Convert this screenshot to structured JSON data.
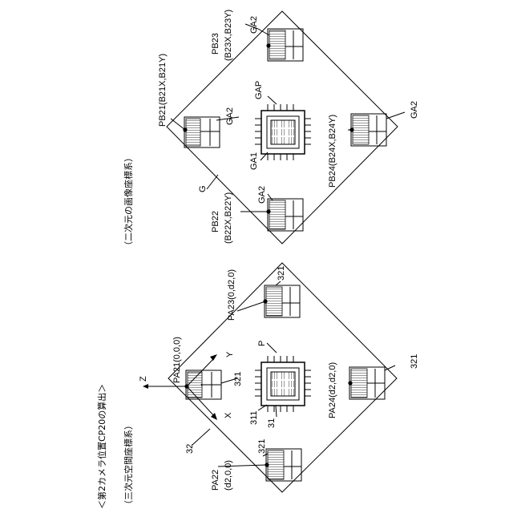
{
  "title": "＜第2カメラ位置CP20の算出＞",
  "left_system": "（三次元空間座標系）",
  "right_system": "（二次元の画像座標系）",
  "labels": {
    "PA21": "PA21(0,0,0)",
    "PA22_a": "PA22",
    "PA22_b": "(d2,0,0)",
    "PA23": "PA23(0,d2,0)",
    "PA24": "PA24(d2,d2,0)",
    "axis_z": "Z",
    "axis_x": "X",
    "axis_y": "Y",
    "ref_32": "32",
    "ref_321": "321",
    "ref_p": "P",
    "ref_311": "311",
    "ref_31": "31",
    "PB21": "PB21(B21X,B21Y)",
    "PB22_a": "PB22",
    "PB22_b": "(B22X,B22Y)",
    "PB23_a": "PB23",
    "PB23_b": "(B23X,B23Y)",
    "PB24": "PB24(B24X,B24Y)",
    "ref_g": "G",
    "ref_ga2": "GA2",
    "ref_gap": "GAP",
    "ref_ga1": "GA1"
  }
}
